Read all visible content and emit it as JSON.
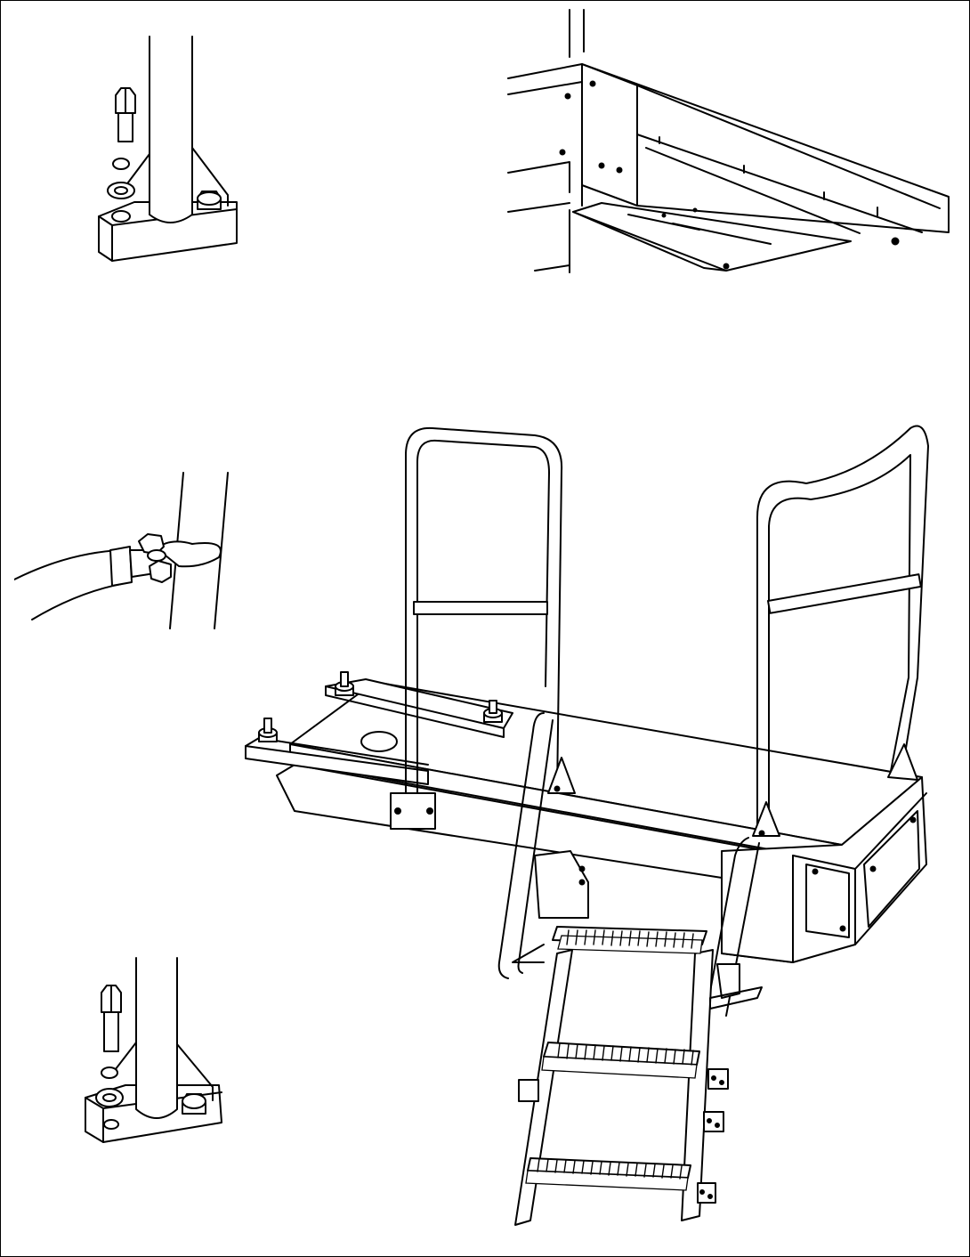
{
  "figure": {
    "title": "",
    "line_color": "#000000",
    "background_color": "#ffffff",
    "callouts": []
  },
  "views": [
    {
      "id": "detail-bolt-flange-top",
      "icon": "bolted-post-flange-icon"
    },
    {
      "id": "detail-frame-mount",
      "icon": "frame-bracket-icon"
    },
    {
      "id": "detail-cable-clamp",
      "icon": "pipe-clamp-icon"
    },
    {
      "id": "main-ladder-assembly",
      "icon": "ladder-platform-icon"
    },
    {
      "id": "detail-bolt-flange-bottom",
      "icon": "bolted-post-flange-icon"
    }
  ]
}
